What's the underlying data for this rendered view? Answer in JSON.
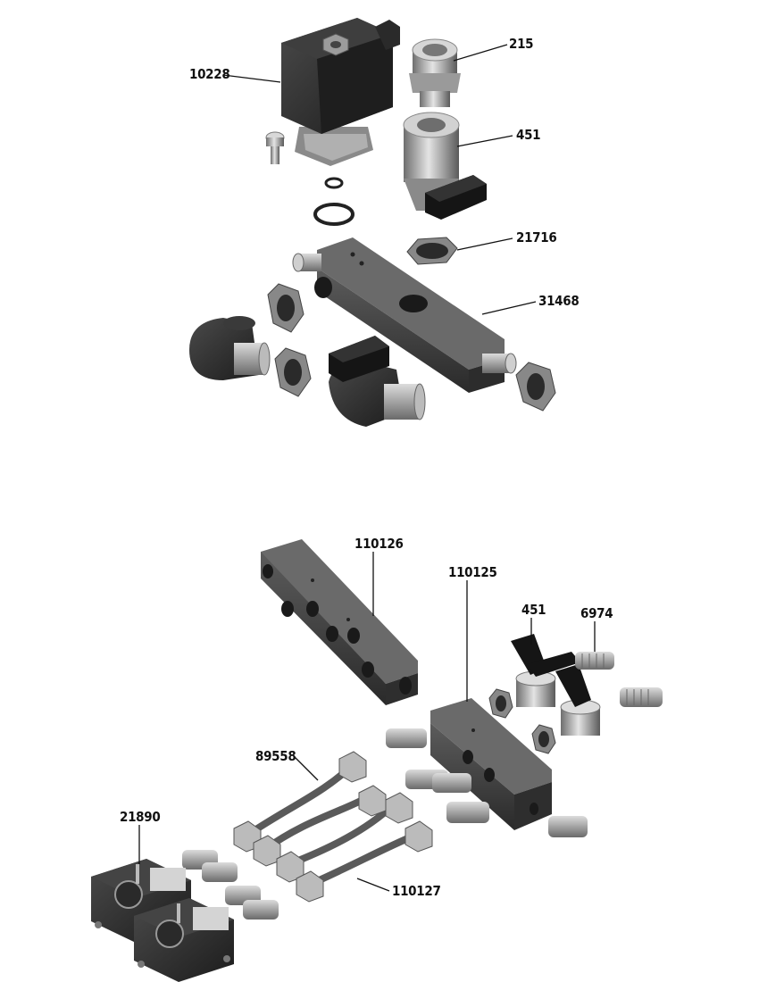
{
  "upper_assembly": {
    "callouts": {
      "solenoid": "10228",
      "fitting_top": "215",
      "elbow_valve": "451",
      "hex_nut": "21716",
      "manifold": "31468"
    }
  },
  "lower_assembly": {
    "callouts": {
      "manifold_long": "110126",
      "manifold_short": "110125",
      "valve": "451",
      "fitting": "6974",
      "tube": "89558",
      "flow_meter": "21890",
      "tube_long": "110127"
    }
  },
  "colors": {
    "body_dark": "#2e2e2e",
    "body_mid": "#555555",
    "metal_light": "#bdbdbd",
    "metal_mid": "#8c8c8c",
    "background": "#ffffff"
  }
}
